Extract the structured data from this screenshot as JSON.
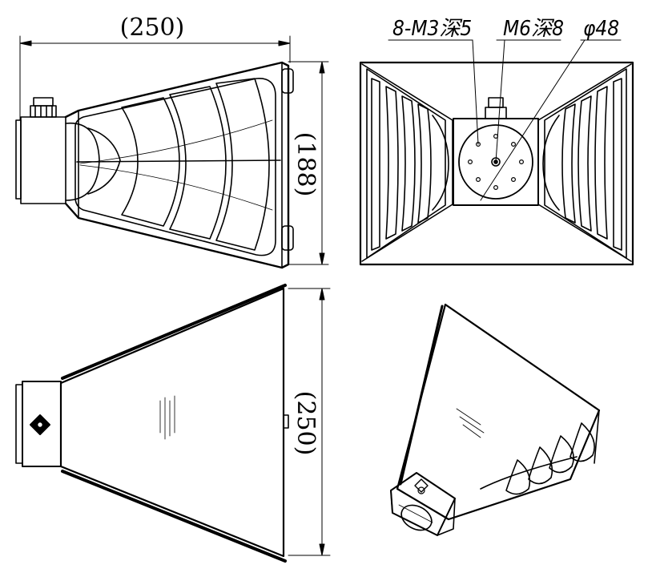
{
  "dimensions": {
    "top_width": "(250)",
    "side_height": "(188)",
    "bottom_height": "(250)"
  },
  "callouts": {
    "mounting_holes": "8-M3深5",
    "center_hole": "M6深8",
    "flange_diameter": "φ48"
  },
  "colors": {
    "line": "#000000",
    "background": "#ffffff"
  }
}
